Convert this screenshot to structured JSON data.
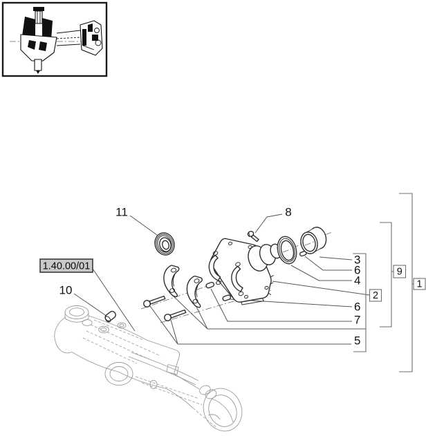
{
  "colors": {
    "background": "#ffffff",
    "part_line": "#2e2e2e",
    "phantom_line": "#9a9a9a",
    "leader_line": "#555555",
    "bracket_line": "#6e6e6e",
    "label_text": "#111111",
    "ref_box_fill": "#c9c9c9",
    "ref_box_border": "#3a3a3a"
  },
  "labels": {
    "reference": "1.40.00/01",
    "callout_1": "1",
    "callout_2": "2",
    "callout_3": "3",
    "callout_4": "4",
    "callout_5": "5",
    "callout_6_upper": "6",
    "callout_6_lower": "6",
    "callout_7": "7",
    "callout_8": "8",
    "callout_9": "9",
    "callout_10": "10",
    "callout_11": "11"
  }
}
